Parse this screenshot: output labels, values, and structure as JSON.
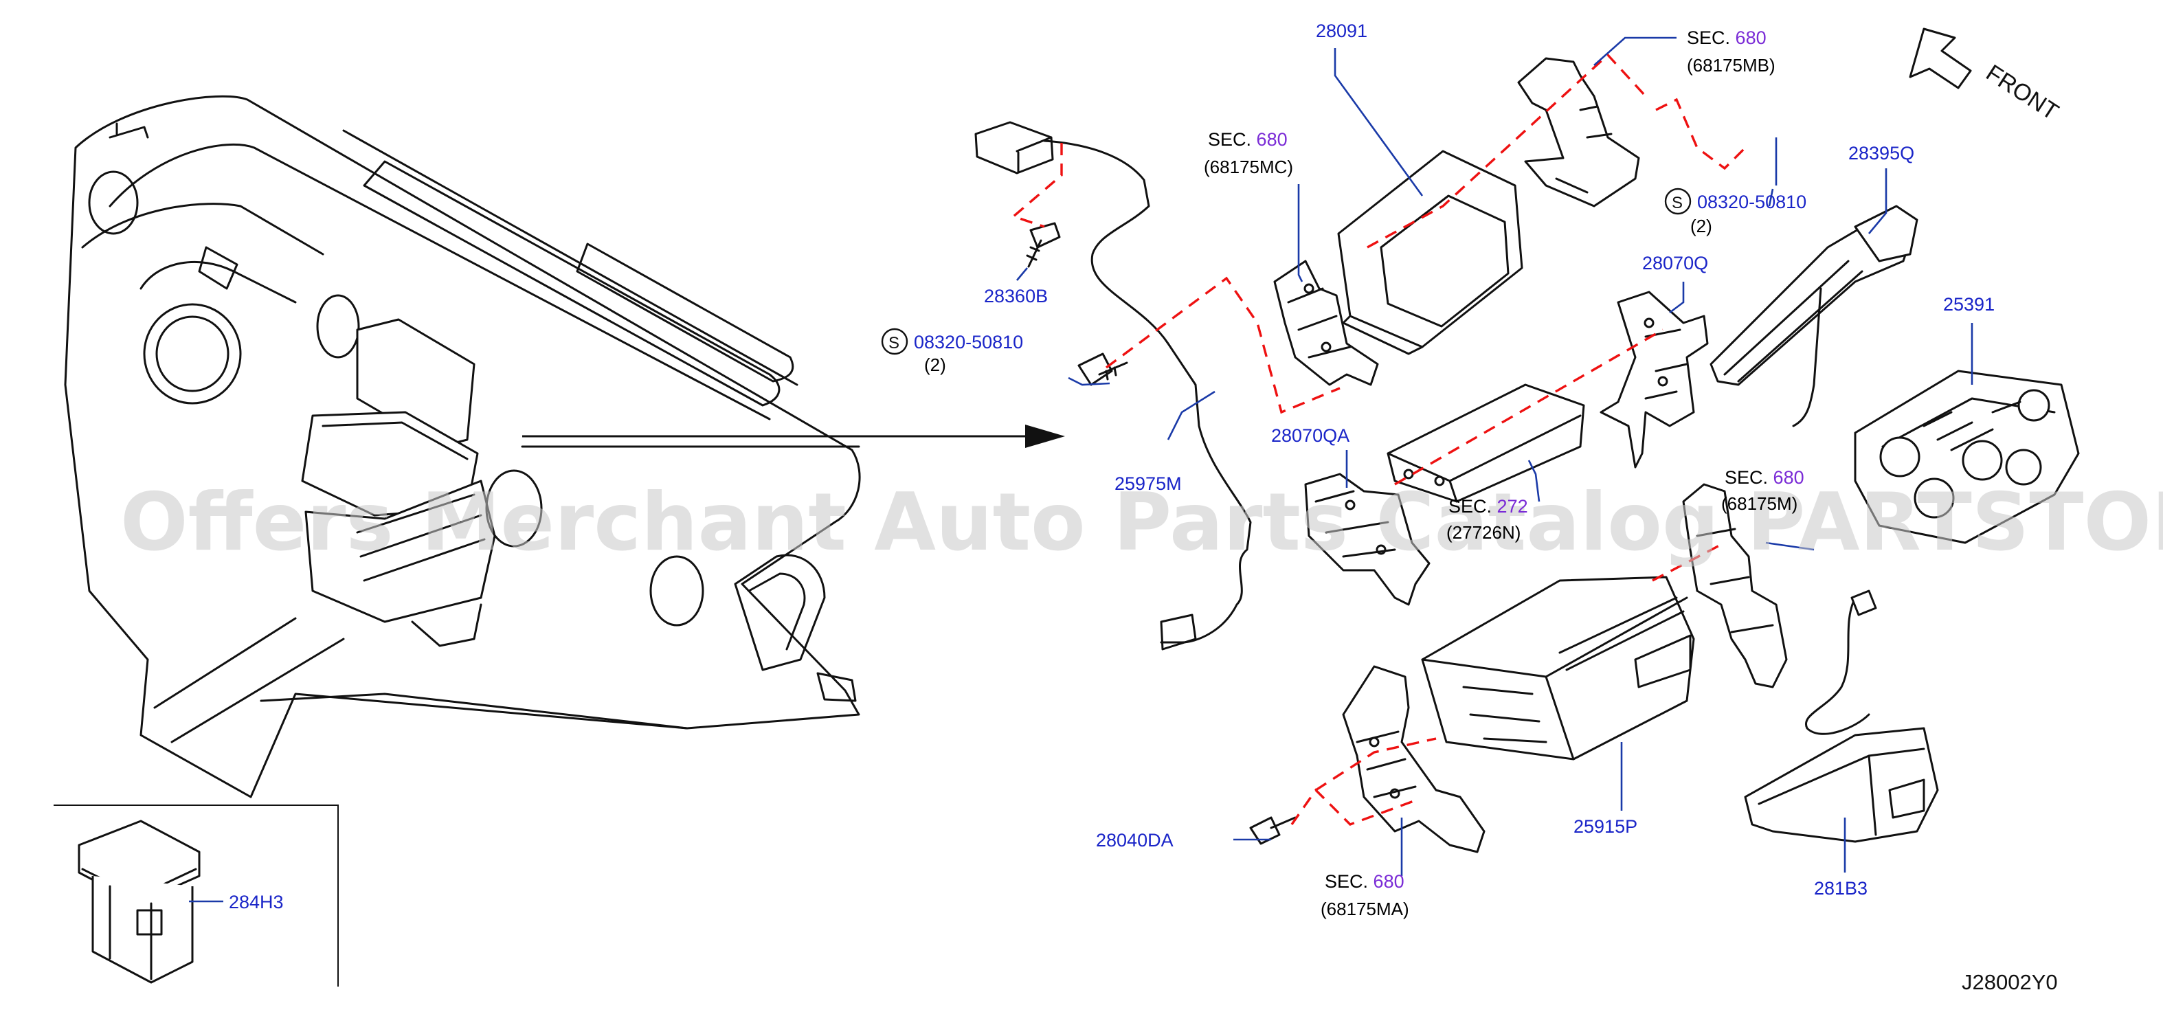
{
  "diagram": {
    "code": "J28002Y0",
    "front_label": "FRONT",
    "watermark": "Offers Merchant Auto Parts Catalog PARTSTORE.SA",
    "parts": [
      {
        "id": "28091",
        "text": "28091"
      },
      {
        "id": "28360B",
        "text": "28360B"
      },
      {
        "id": "25975M",
        "text": "25975M"
      },
      {
        "id": "28070QA",
        "text": "28070QA"
      },
      {
        "id": "28070Q",
        "text": "28070Q"
      },
      {
        "id": "28395Q",
        "text": "28395Q"
      },
      {
        "id": "25391",
        "text": "25391"
      },
      {
        "id": "25915P",
        "text": "25915P"
      },
      {
        "id": "28040DA",
        "text": "28040DA"
      },
      {
        "id": "281B3",
        "text": "281B3"
      },
      {
        "id": "284H3",
        "text": "284H3"
      }
    ],
    "screws": [
      {
        "symbol": "S",
        "number": "08320-50810",
        "qty": "(2)"
      },
      {
        "symbol": "S",
        "number": "08320-50810",
        "qty": "(2)"
      }
    ],
    "sections": [
      {
        "sec": "SEC.",
        "num": "680",
        "code": "(68175MB)"
      },
      {
        "sec": "SEC.",
        "num": "680",
        "code": "(68175MC)"
      },
      {
        "sec": "SEC.",
        "num": "272",
        "code": "(27726N)"
      },
      {
        "sec": "SEC.",
        "num": "680",
        "code": "(68175M)"
      },
      {
        "sec": "SEC.",
        "num": "680",
        "code": "(68175MA)"
      }
    ]
  }
}
